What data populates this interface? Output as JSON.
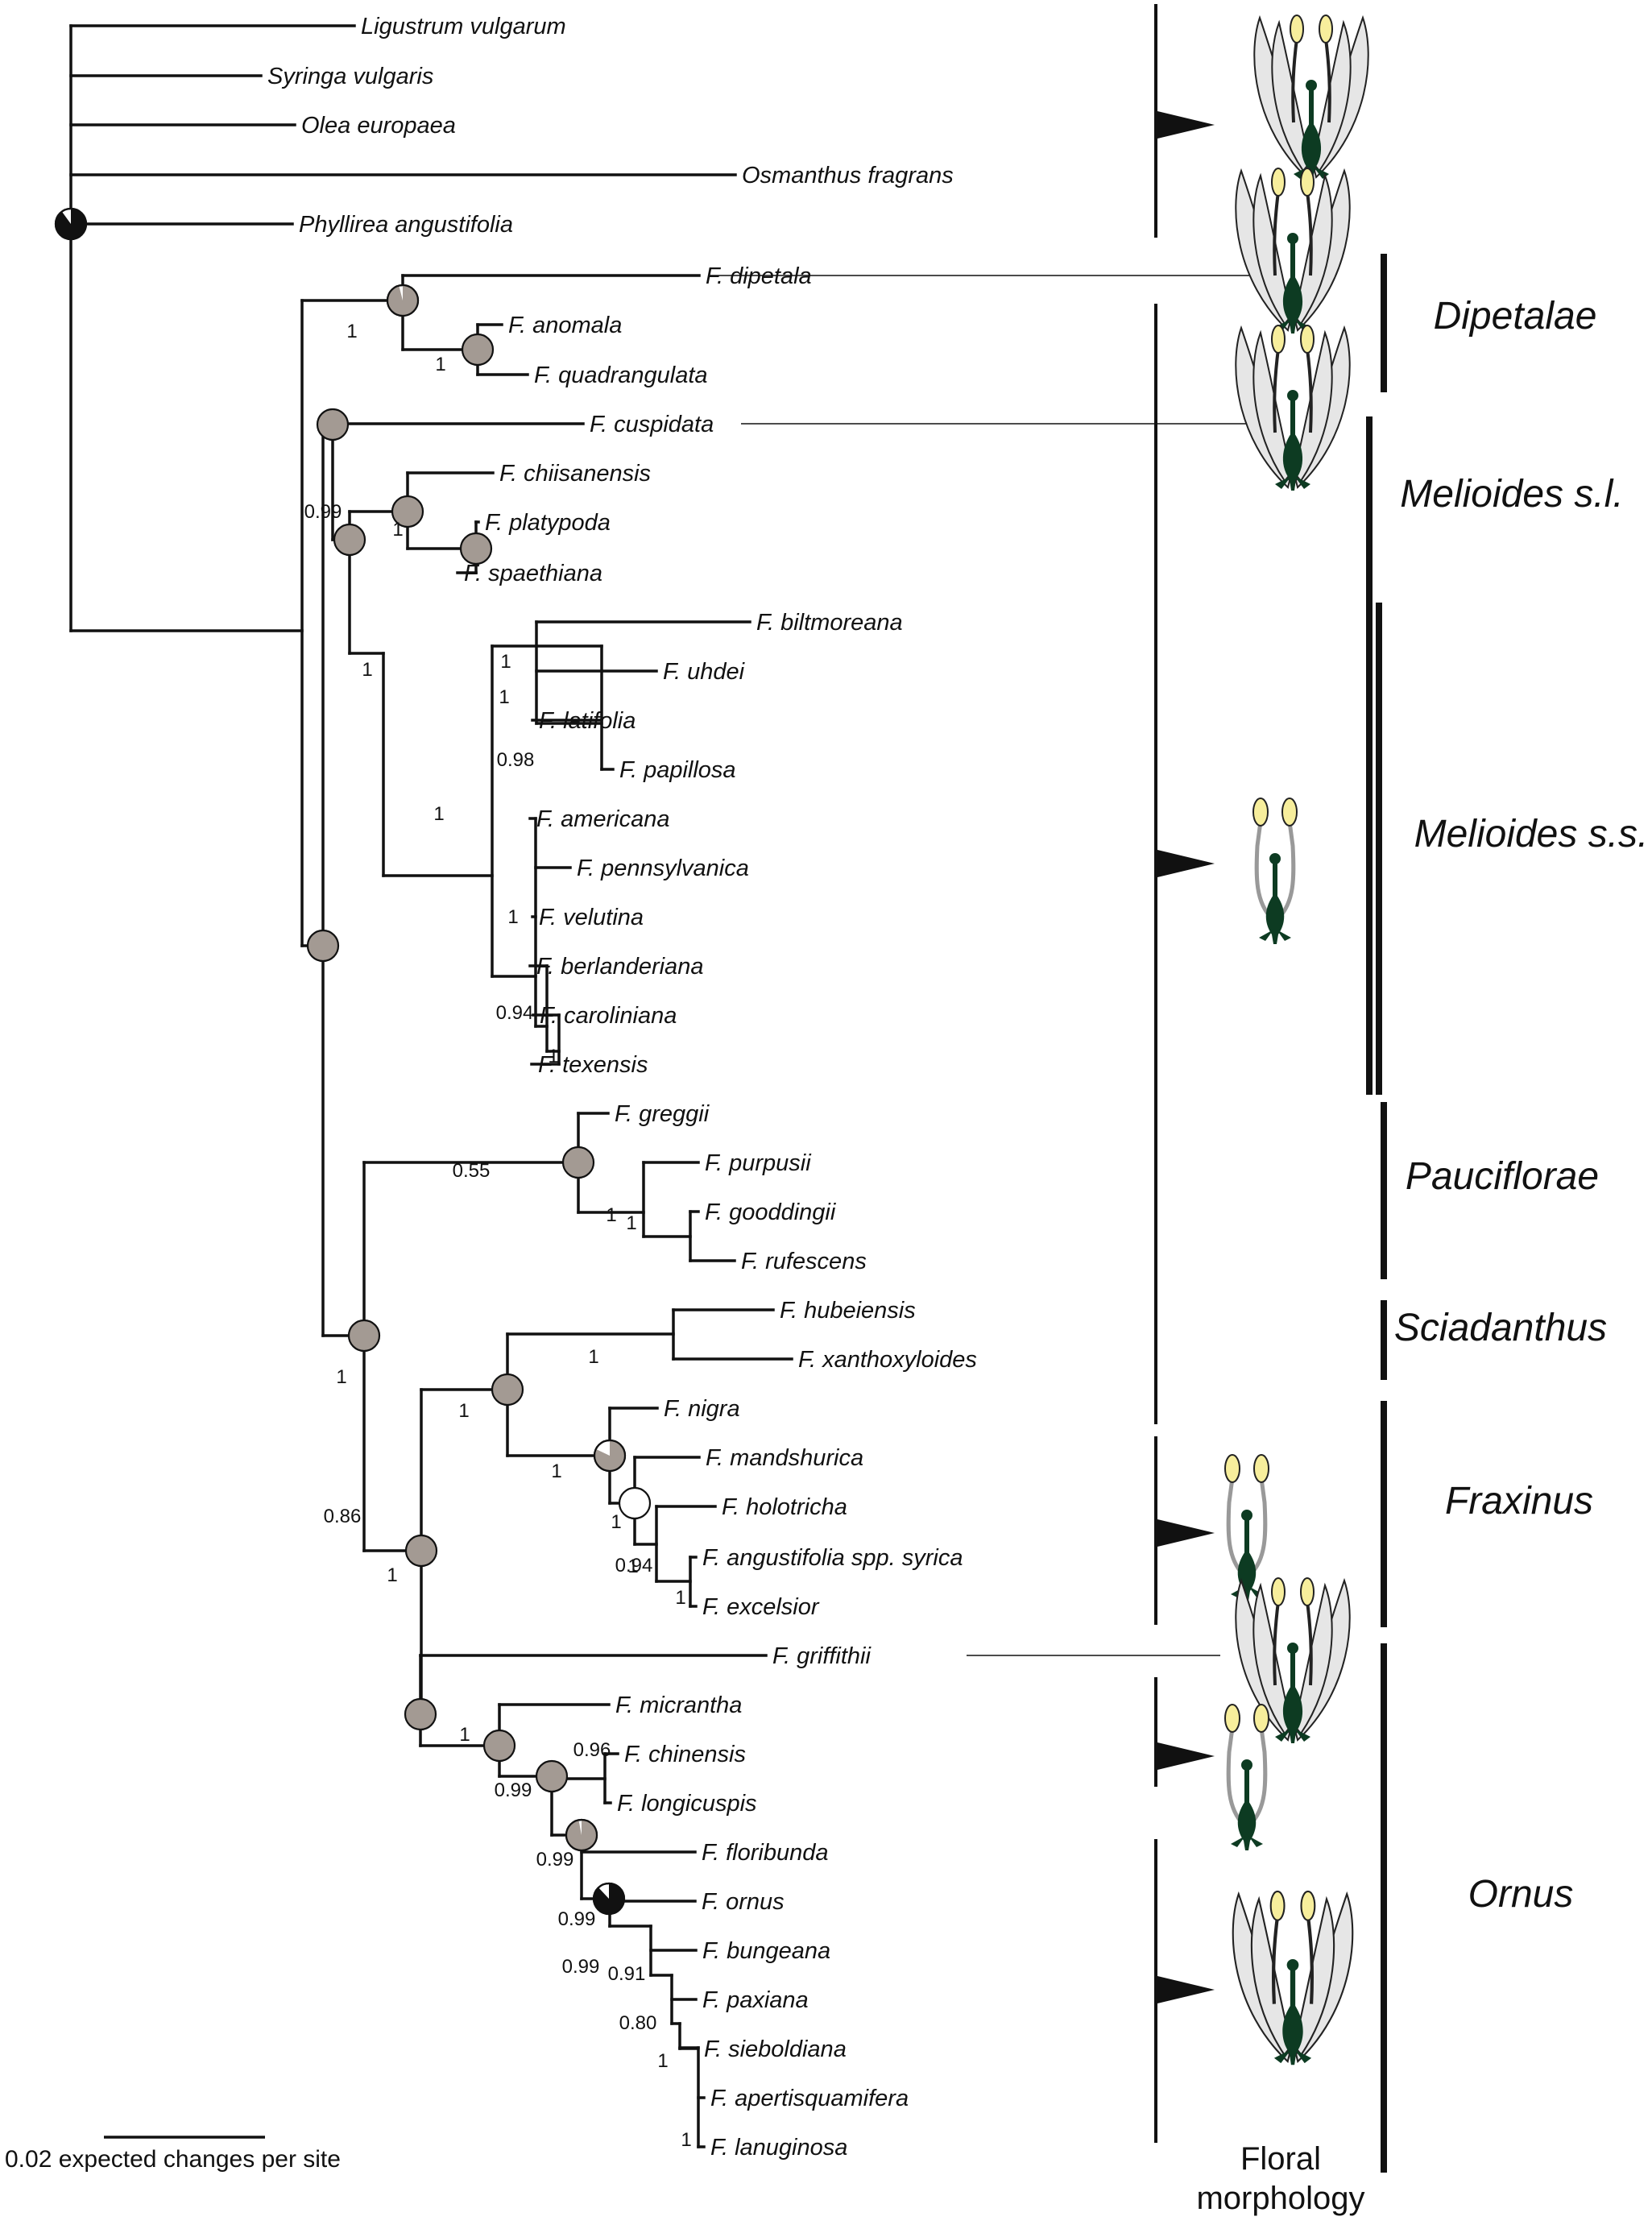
{
  "outgroup": [
    {
      "name": "Ligustrum vulgarum"
    },
    {
      "name": "Syringa vulgaris"
    },
    {
      "name": "Olea europaea"
    },
    {
      "name": "Osmanthus fragrans"
    },
    {
      "name": "Phyllirea angustifolia"
    }
  ],
  "taxa": [
    "F. dipetala",
    "F. anomala",
    "F. quadrangulata",
    "F. cuspidata",
    "F. chiisanensis",
    "F. platypoda",
    "F. spaethiana",
    "F. biltmoreana",
    "F. uhdei",
    "F. latifolia",
    "F. papillosa",
    "F. americana",
    "F. pennsylvanica",
    "F. velutina",
    "F. berlanderiana",
    "F. caroliniana",
    "F. texensis",
    "F. greggii",
    "F. purpusii",
    "F. gooddingii",
    "F. rufescens",
    "F. hubeiensis",
    "F. xanthoxyloides",
    "F. nigra",
    "F. mandshurica",
    "F. holotricha",
    "F. angustifolia spp. syrica",
    "F. excelsior",
    "F. griffithii",
    "F. micrantha",
    "F. chinensis",
    "F. longicuspis",
    "F. floribunda",
    "F. ornus",
    "F. bungeana",
    "F. paxiana",
    "F. sieboldiana",
    "F. apertisquamifera",
    "F. lanuginosa"
  ],
  "support_values": [
    "1",
    "1",
    "0.99",
    "1",
    "1",
    "1",
    "1",
    "1",
    "0.98",
    "1",
    "1",
    "0.94",
    "1",
    "0.55",
    "1",
    "1",
    "0.86",
    "1",
    "1",
    "1",
    "1",
    "1",
    "0.94",
    "1",
    "1",
    "1",
    "0.99",
    "0.96",
    "0.99",
    "0.99",
    "0.99",
    "0.91",
    "0.80",
    "1",
    "1"
  ],
  "clades": [
    "Dipetalae",
    "Melioides s.l.",
    "Melioides s.s.",
    "Pauciflorae",
    "Sciadanthus",
    "Fraxinus",
    "Ornus"
  ],
  "scale_bar": {
    "label": "0.02 expected changes per site"
  },
  "floral": {
    "label_line1": "Floral",
    "label_line2": "morphology"
  },
  "colors": {
    "line": "#111111",
    "node_fill": "#a39a93",
    "node_dark": "#111111",
    "petal": "#e6e6e6",
    "anther": "#f7ee9c",
    "pistil": "#0d3b22",
    "filament": "#999999"
  }
}
